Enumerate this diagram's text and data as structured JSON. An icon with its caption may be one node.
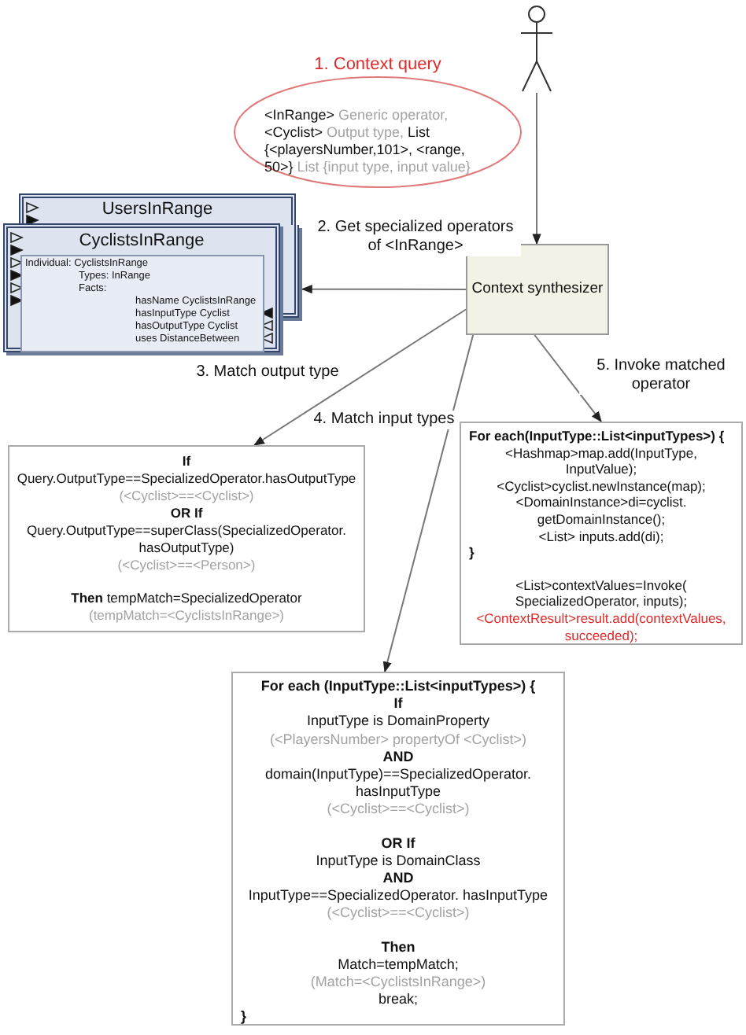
{
  "diagram": {
    "nodes": [
      {
        "text": [],
        "shape": "person"
      },
      {
        "text": [
          "1. Context query",
          "<InRange> *Generic operator,* <Cyclist> *Output type,* List {<playersNumber,101>, <range, 50>} *List {input type, input value}*"
        ]
      },
      {
        "text": [
          "UsersInRange"
        ]
      },
      {
        "text": [
          "CyclistsInRange"
        ]
      },
      {
        "text": [
          "Individual: CyclistsInRange",
          "Types: InRange",
          "Facts:",
          "hasName CyclistsInRange",
          "hasInputType Cyclist",
          "hasOutputType Cyclist",
          "uses DistanceBetween"
        ],
        "in": 3
      },
      {
        "text": [
          "Context synthesizer"
        ]
      },
      {
        "text": [
          "If",
          "Query.OutputType==SpecializedOperator.hasOutputType",
          "(<Cyclist>==<Cyclist>)",
          "OR If",
          "Query.OutputType==superClass(SpecializedOperator. hasOutputType)",
          "(<Cyclist>==<Person>)",
          "**Then** tempMatch=SpecializedOperator",
          "(tempMatch=<CyclistsInRange>)"
        ]
      },
      {
        "text": [
          "For each (InputType::List<inputTypes>) {",
          "If",
          "InputType is DomainProperty",
          "(<PlayersNumber> propertyOf <Cyclist>)",
          "AND",
          "domain(InputType)==SpecializedOperator. hasInputType",
          "(<Cyclist>==<Cyclist>)",
          "OR If",
          "InputType is DomainClass",
          "AND",
          "InputType==SpecializedOperator. hasInputType",
          "(<Cyclist>==<Cyclist>)",
          "Then",
          "Match=tempMatch;",
          "(Match=<CyclistsInRange>)",
          "break;",
          "}"
        ]
      },
      {
        "text": [
          "For each(InputType::List<inputTypes>) {",
          "<Hashmap>map.add(InputType, InputValue);",
          "<Cyclist>cyclist.newInstance(map);",
          "<DomainInstance>di=cyclist. getDomainInstance();",
          "<List> inputs.add(di);",
          "}",
          "<List>contextValues=Invoke( SpecializedOperator, inputs);",
          "<ContextResult>result.add(contextValues, succeeded);"
        ]
      }
    ],
    "edges": [
      {
        "from": 0,
        "to": 5,
        "arrow": "to"
      },
      {
        "from": 5,
        "to": 3,
        "arrow": "to",
        "label": "2. Get specialized operators of <InRange>"
      },
      {
        "from": 5,
        "to": 6,
        "arrow": "to",
        "label": "3. Match output type"
      },
      {
        "from": 5,
        "to": 7,
        "arrow": "to",
        "label": "4. Match input types"
      },
      {
        "from": 5,
        "to": 8,
        "arrow": "to",
        "label": "5. Invoke matched operator"
      }
    ]
  }
}
